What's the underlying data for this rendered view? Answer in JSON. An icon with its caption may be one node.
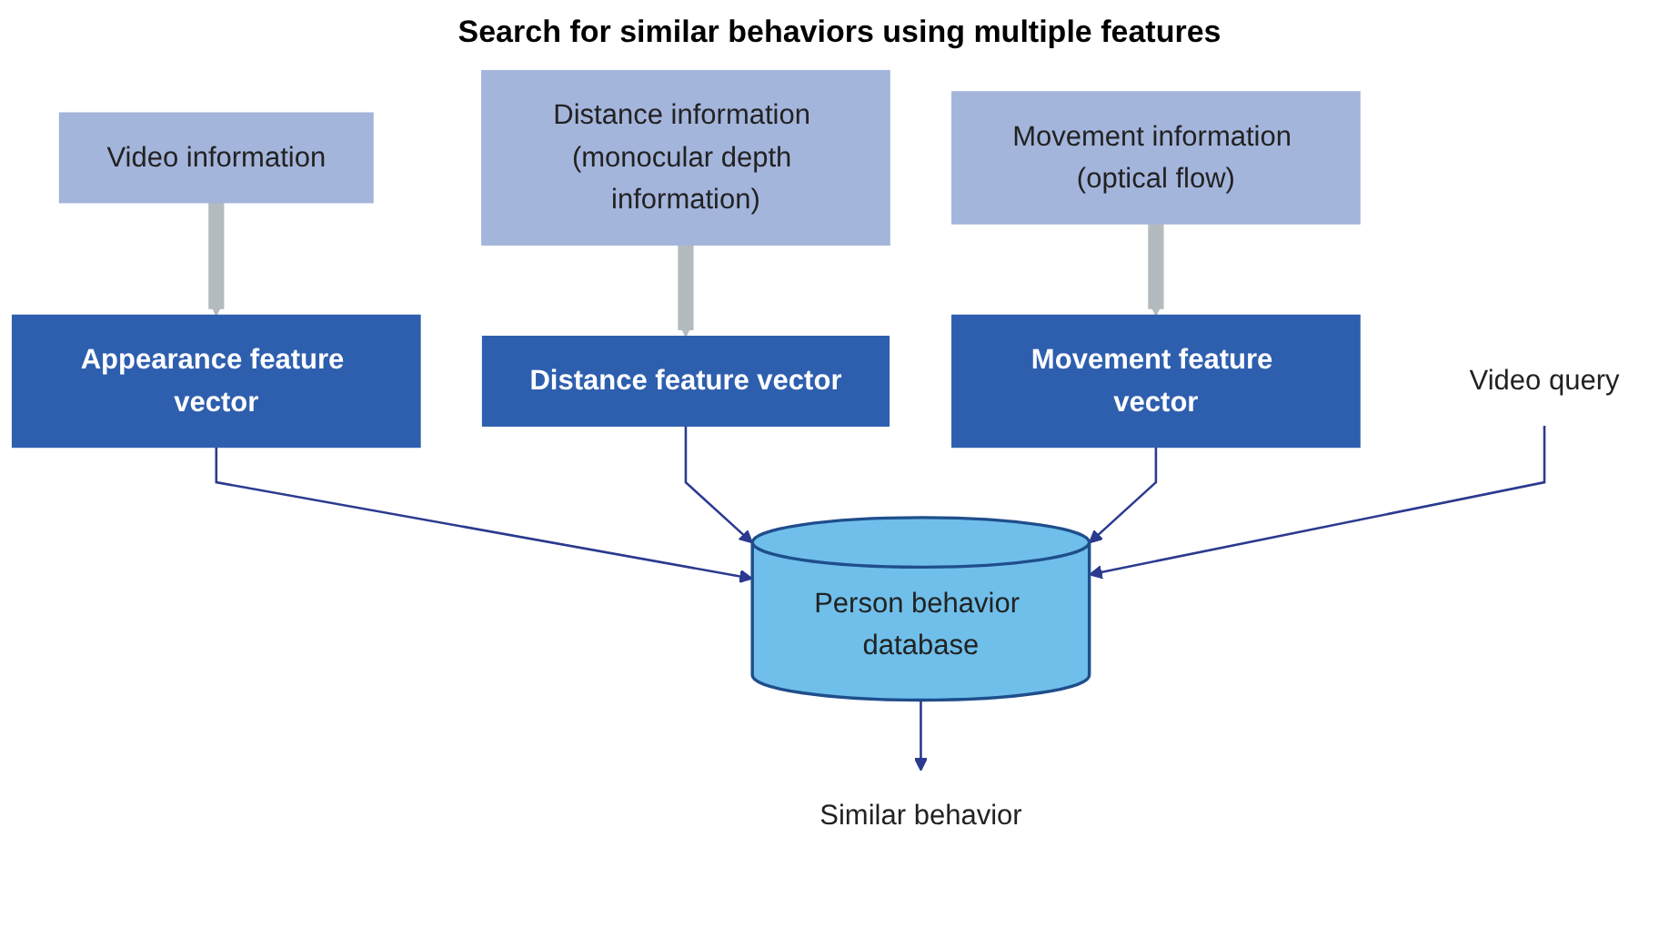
{
  "diagram": {
    "title": "Search for similar behaviors using multiple features",
    "nodes": [
      {
        "text": [
          "Video information"
        ]
      },
      {
        "text": [
          "Distance information (monocular depth information)"
        ]
      },
      {
        "text": [
          "Movement information (optical flow)"
        ]
      },
      {
        "text": [
          "Appearance feature vector"
        ]
      },
      {
        "text": [
          "Distance feature vector"
        ]
      },
      {
        "text": [
          "Movement feature vector"
        ]
      },
      {
        "text": [
          "Person behavior database"
        ]
      },
      {
        "text": [
          "Video query"
        ]
      },
      {
        "text": [
          "Similar behavior"
        ]
      }
    ],
    "edges": [
      {
        "from": 0,
        "to": 3,
        "arrow": "to",
        "style": "thick",
        "color": "#b4bbbe"
      },
      {
        "from": 1,
        "to": 4,
        "arrow": "to",
        "style": "thick",
        "color": "#b4bbbe"
      },
      {
        "from": 2,
        "to": 5,
        "arrow": "to",
        "style": "thick",
        "color": "#b4bbbe"
      },
      {
        "from": 3,
        "to": 6,
        "arrow": "to"
      },
      {
        "from": 4,
        "to": 6,
        "arrow": "to"
      },
      {
        "from": 5,
        "to": 6,
        "arrow": "to"
      },
      {
        "from": 7,
        "to": 6,
        "arrow": "to"
      },
      {
        "from": 6,
        "to": 8,
        "arrow": "to"
      }
    ]
  }
}
